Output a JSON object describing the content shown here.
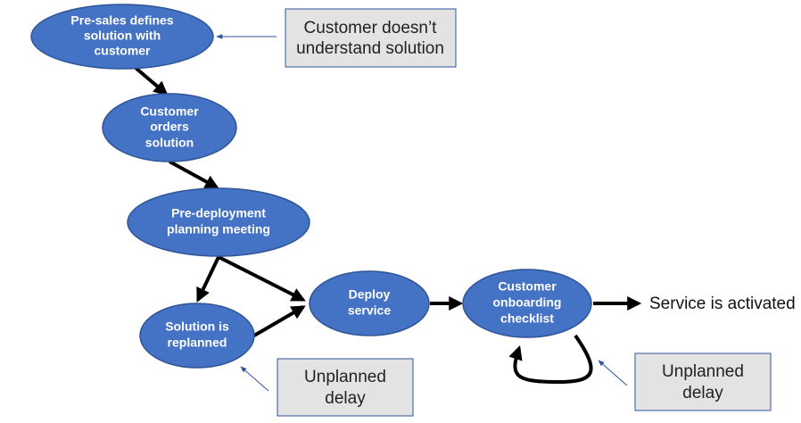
{
  "colors": {
    "node_fill": "#4472c4",
    "node_stroke": "#2f5597",
    "callout_fill": "#e3e3e3",
    "callout_stroke": "#2f5597",
    "arrow": "#000000",
    "pointer": "#2f5597"
  },
  "nodes": {
    "presales": {
      "lines": [
        "Pre-sales defines",
        "solution with",
        "customer"
      ]
    },
    "orders": {
      "lines": [
        "Customer",
        "orders",
        "solution"
      ]
    },
    "planning": {
      "lines": [
        "Pre-deployment",
        "planning meeting"
      ]
    },
    "replanned": {
      "lines": [
        "Solution is",
        "replanned"
      ]
    },
    "deploy": {
      "lines": [
        "Deploy",
        "service"
      ]
    },
    "onboarding": {
      "lines": [
        "Customer",
        "onboarding",
        "checklist"
      ]
    }
  },
  "callouts": {
    "understand": {
      "lines": [
        "Customer doesn’t",
        "understand solution"
      ]
    },
    "delay1": {
      "lines": [
        "Unplanned",
        "delay"
      ]
    },
    "delay2": {
      "lines": [
        "Unplanned",
        "delay"
      ]
    }
  },
  "outcome": {
    "text": "Service is activated"
  }
}
